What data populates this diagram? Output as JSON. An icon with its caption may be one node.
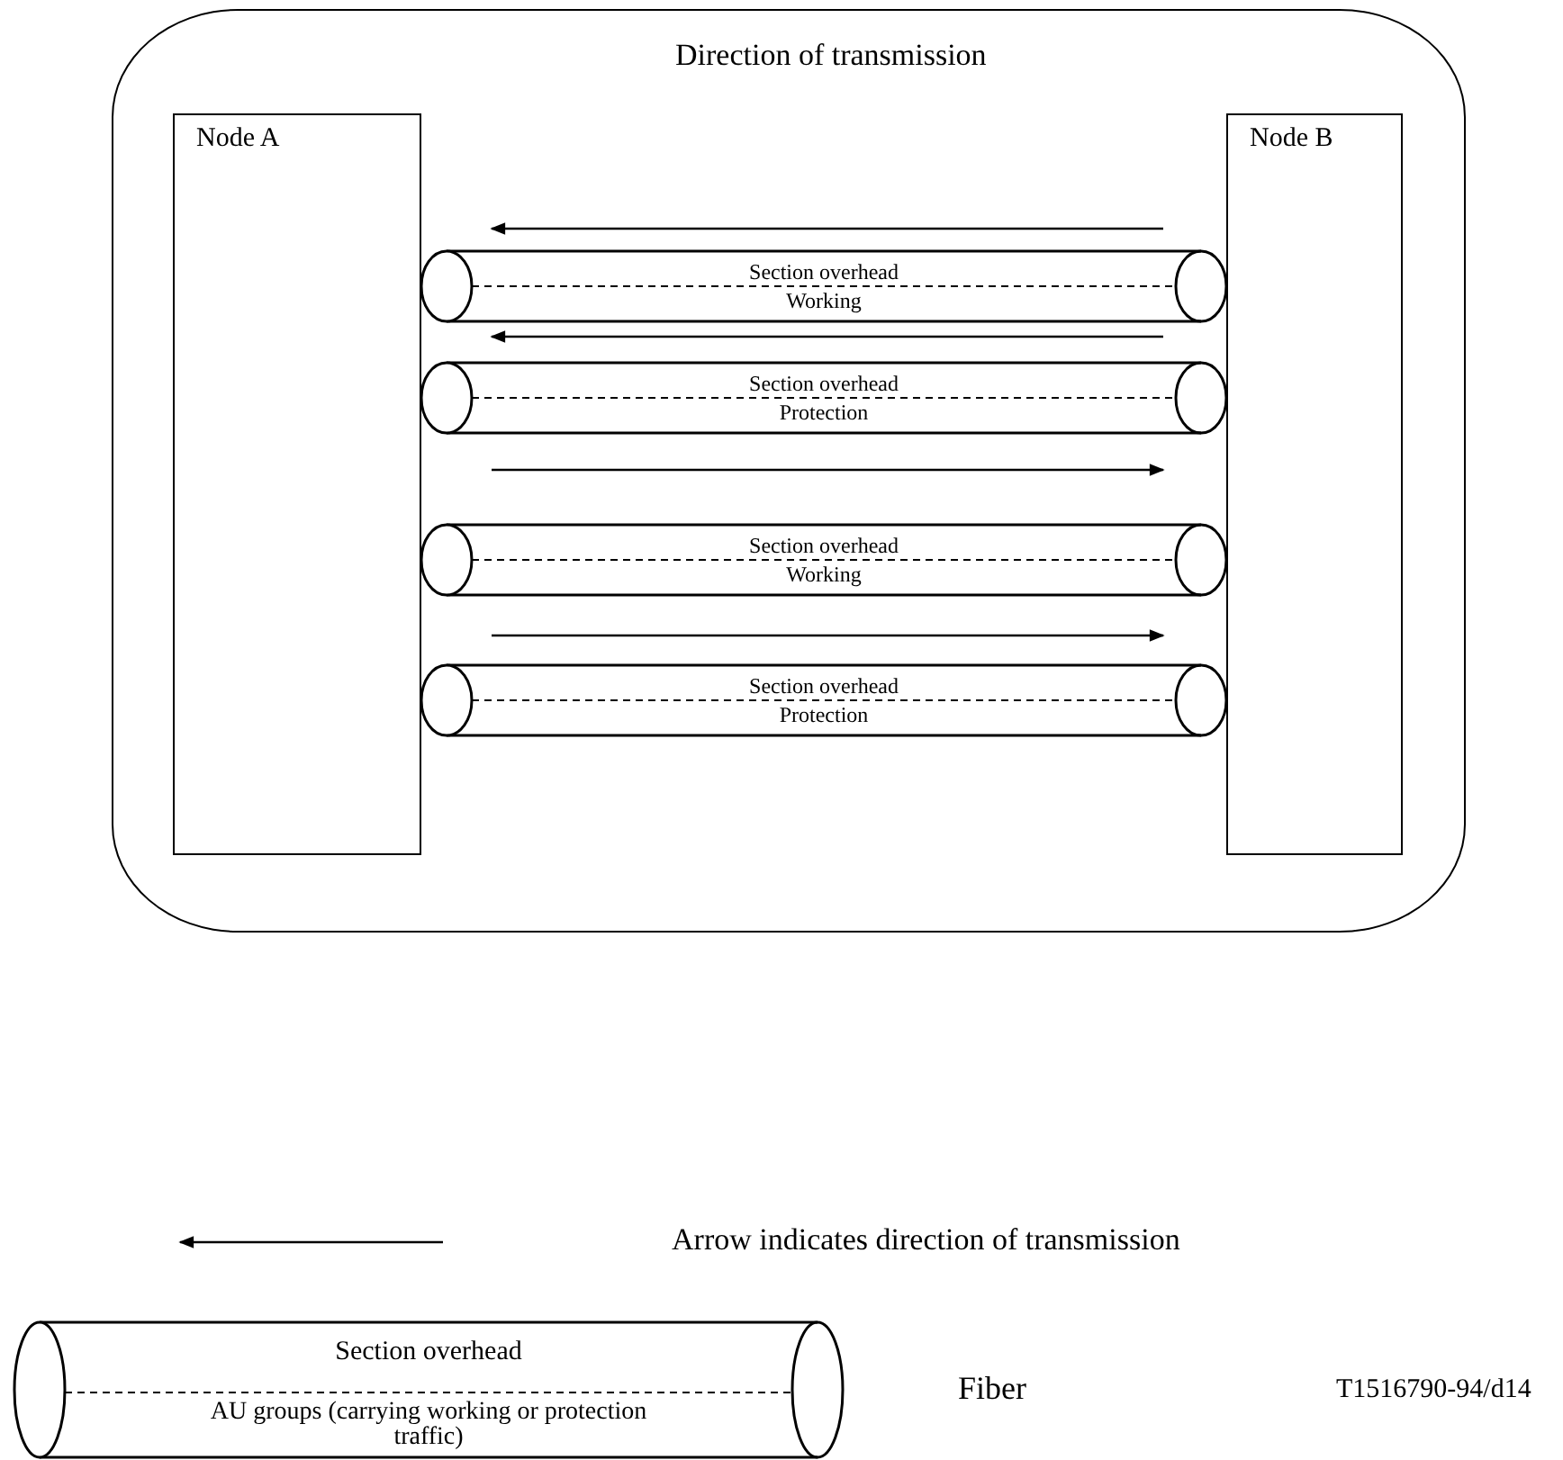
{
  "diagram": {
    "nodes": [
      {
        "text": [],
        "shape": "box"
      },
      {
        "text": [
          "Node A"
        ],
        "in": 0
      },
      {
        "text": [
          "Node B"
        ],
        "in": 0
      },
      {
        "text": [
          "Section overhead",
          "Working"
        ],
        "in": 0
      },
      {
        "text": [
          "Section overhead",
          "Protection"
        ],
        "in": 0
      },
      {
        "text": [
          "Section overhead",
          "Working"
        ],
        "in": 0
      },
      {
        "text": [
          "Section overhead",
          "Protection"
        ],
        "in": 0
      },
      {
        "text": [
          "Section overhead",
          "AU groups (carrying working or protection traffic)"
        ],
        "beside": [
          "Fiber"
        ]
      }
    ],
    "labels": [
      "Direction of transmission",
      "T1516790-94/d14"
    ],
    "legend": [
      {
        "text": "Arrow indicates direction of transmission"
      }
    ]
  }
}
